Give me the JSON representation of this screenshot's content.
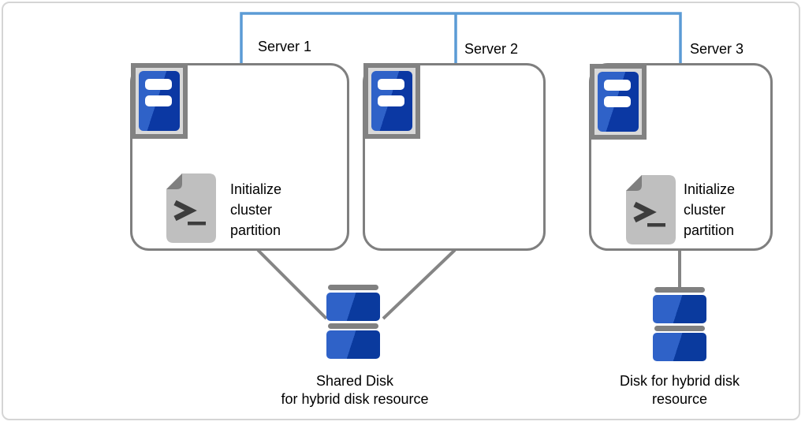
{
  "diagram": {
    "description": "Cluster diagram: three servers on a network with hybrid disk resources"
  },
  "colors": {
    "network_line_blue": "#5b9bd5",
    "connector_gray": "#858585",
    "box_border_gray": "#7f7f7f",
    "icon_frame_fill": "#d9d9d9",
    "icon_frame_border": "#828282",
    "tower_blue_light": "#2f62c8",
    "tower_blue_dark": "#0b38a3",
    "disk_blue_light": "#2f62c8",
    "disk_blue_dark": "#0a3a9e",
    "disk_cap_gray": "#808080",
    "doc_fill": "#bfbfbf",
    "doc_fold": "#7f7f7f",
    "doc_glyph": "#3d3d3d",
    "text": "#000000",
    "canvas_border": "#d5d5d5"
  },
  "servers": [
    {
      "label": "Server 1",
      "note_lines": [
        "Initialize",
        "cluster",
        "partition"
      ]
    },
    {
      "label": "Server 2"
    },
    {
      "label": "Server 3",
      "note_lines": [
        "Initialize",
        "cluster",
        "partition"
      ]
    }
  ],
  "disks": [
    {
      "label_lines": [
        "Shared Disk",
        "for hybrid disk resource"
      ]
    },
    {
      "label_lines": [
        "Disk for hybrid disk",
        "resource"
      ]
    }
  ]
}
